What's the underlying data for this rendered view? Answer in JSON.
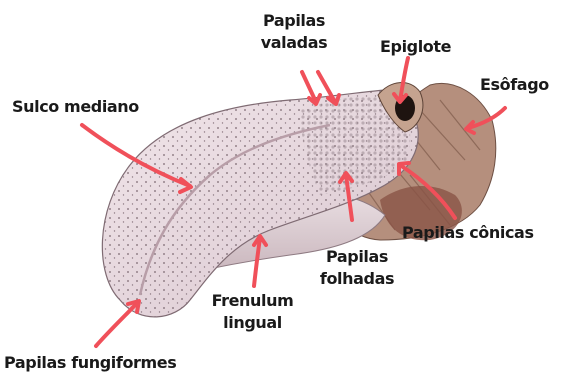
{
  "labels": {
    "papilas_valadas": [
      "Papilas",
      "valadas"
    ],
    "epiglote": "Epiglote",
    "esofago": "Esôfago",
    "sulco_mediano": "Sulco mediano",
    "papilas_conicas": "Papilas cônicas",
    "papilas_folhadas": [
      "Papilas",
      "folhadas"
    ],
    "frenulum_lingual": [
      "Frenulum",
      "lingual"
    ],
    "papilas_fungiformes": "Papilas fungiformes"
  },
  "colors": {
    "arrow": "#f0505a",
    "tongue": "#e9dde2",
    "tongue_shade": "#c9b3bc",
    "text": "#1a1a1a"
  }
}
